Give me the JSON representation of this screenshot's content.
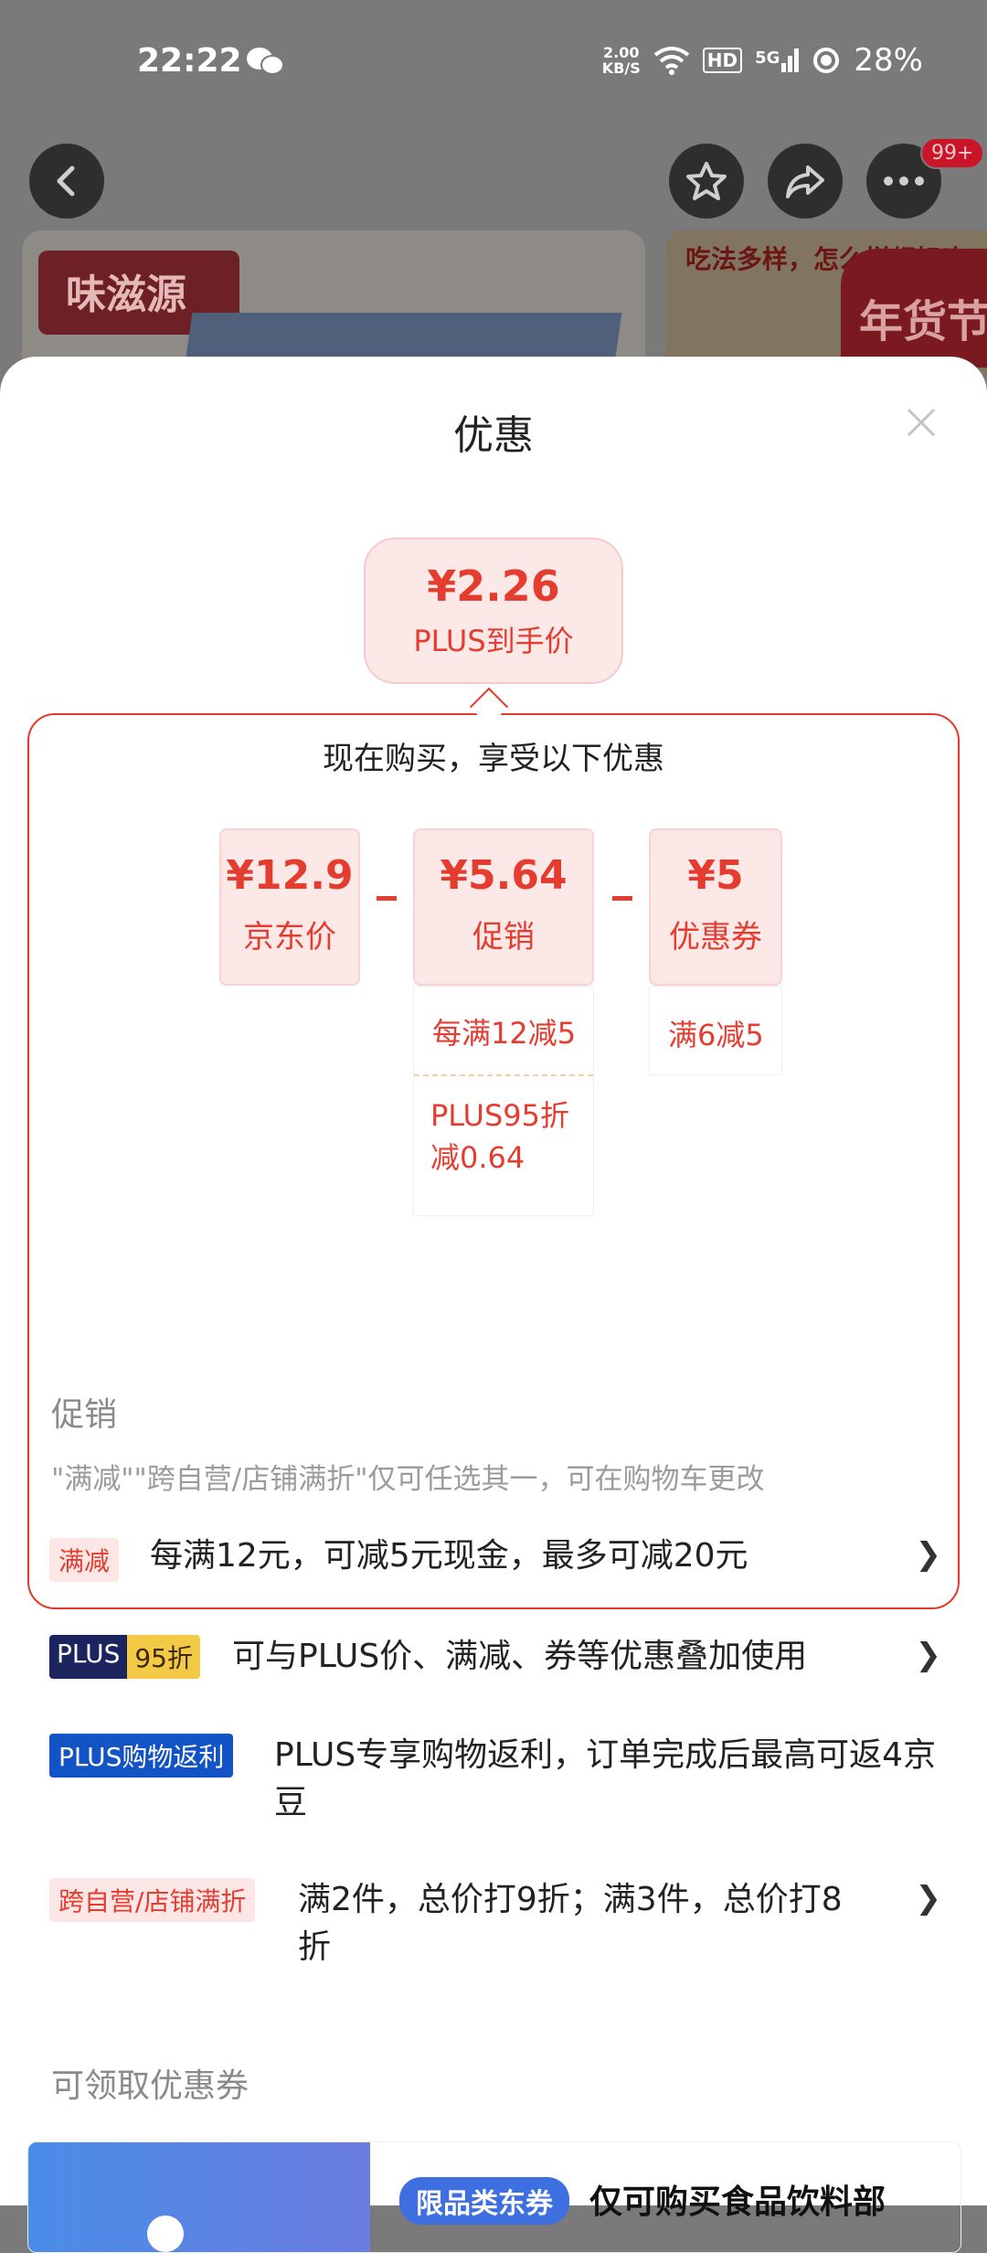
{
  "status_bar": {
    "time": "22:22",
    "net_speed_value": "2.00",
    "net_speed_unit": "KB/S",
    "hd": "HD",
    "signal": "5G",
    "battery": "28%"
  },
  "nav": {
    "badge": "99+"
  },
  "background_product": {
    "brand": "味滋源",
    "promo_text": "吃法多样，怎么样都好吃",
    "festival_tag": "年货节"
  },
  "sheet": {
    "title": "优惠",
    "final_price": {
      "price": "¥2.26",
      "label": "PLUS到手价"
    },
    "breakdown": {
      "heading": "现在购买，享受以下优惠",
      "items": [
        {
          "amount": "¥12.9",
          "label": "京东价"
        },
        {
          "amount": "¥5.64",
          "label": "促销",
          "details": [
            "每满12减5",
            "PLUS95折减0.64"
          ]
        },
        {
          "amount": "¥5",
          "label": "优惠券",
          "details": [
            "满6减5"
          ]
        }
      ]
    },
    "promotions": {
      "title": "促销",
      "note": "\"满减\"\"跨自营/店铺满折\"仅可任选其一，可在购物车更改",
      "rows": [
        {
          "tag": "满减",
          "text": "每满12元，可减5元现金，最多可减20元"
        },
        {
          "tag_a": "PLUS",
          "tag_b": "95折",
          "text": "可与PLUS价、满减、券等优惠叠加使用"
        },
        {
          "tag": "PLUS购物返利",
          "text": "PLUS专享购物返利，订单完成后最高可返4京豆"
        },
        {
          "tag": "跨自营/店铺满折",
          "text": "满2件，总价打9折；满3件，总价打8折"
        }
      ]
    },
    "coupons": {
      "title": "可领取优惠券",
      "first": {
        "tag": "限品类东券",
        "title": "仅可购买食品饮料部"
      }
    }
  }
}
